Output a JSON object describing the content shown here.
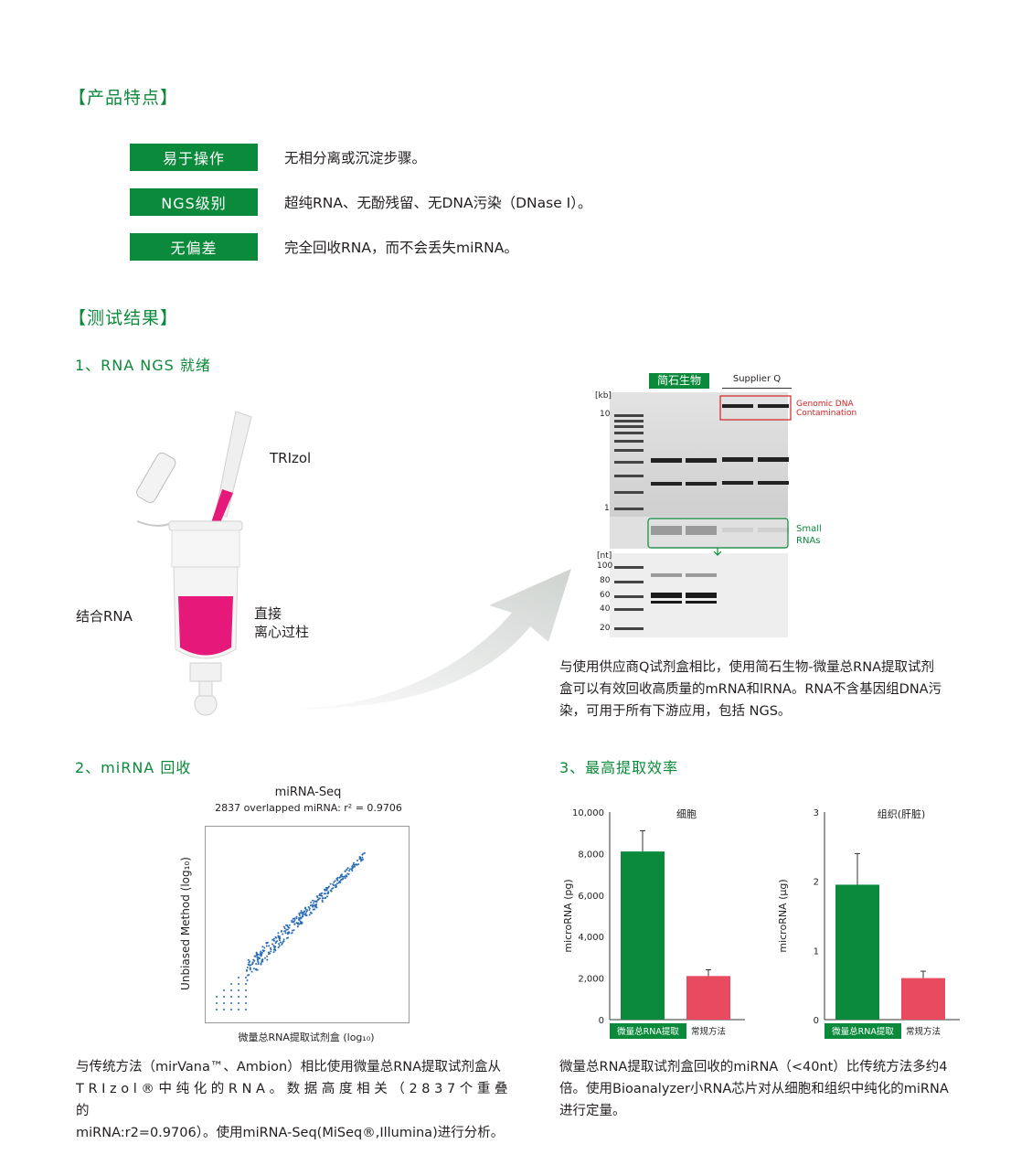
{
  "sections": {
    "features_title": "【产品特点】",
    "results_title": "【测试结果】"
  },
  "features": [
    {
      "tag": "易于操作",
      "text": "无相分离或沉淀步骤。"
    },
    {
      "tag": "NGS级别",
      "text": "超纯RNA、无酚残留、无DNA污染（DNase I）。"
    },
    {
      "tag": "无偏差",
      "text": "完全回收RNA，而不会丢失miRNA。"
    }
  ],
  "rna_ngs": {
    "title": "1、RNA NGS 就绪",
    "trizol": "TRIzol",
    "bind_rna": "结合RNA",
    "direct_1": "直接",
    "direct_2": "离心过柱",
    "gel": {
      "lane_group_1": "简石生物",
      "lane_group_2": "Supplier Q",
      "kb_unit": "[kb]",
      "kb_10": "10",
      "kb_1": "1",
      "genomic_1": "Genomic DNA",
      "genomic_2": "Contamination",
      "small_1": "Small",
      "small_2": "RNAs",
      "nt_unit": "[nt]",
      "nt_100": "100",
      "nt_80": "80",
      "nt_60": "60",
      "nt_40": "40",
      "nt_20": "20"
    },
    "caption": [
      "与使用供应商Q试剂盒相比，使用简石生物-微量总RNA提取试剂",
      "盒可以有效回收高质量的mRNA和lRNA。RNA不含基因组DNA污",
      "染，可用于所有下游应用，包括 NGS。"
    ]
  },
  "mirna": {
    "title": "2、miRNA 回收",
    "plot_title": "miRNA-Seq",
    "plot_subtitle": "2837 overlapped miRNA: r² = 0.9706",
    "ylabel": "Unbiased Method (log₁₀)",
    "xlabel": "微量总RNA提取试剂盒 (log₁₀)",
    "caption": [
      "与传统方法（mirVana™、Ambion）相比使用微量总RNA提取试剂盒从",
      "T R I z o l ® 中 纯 化 的 R N A 。 数 据 高 度 相 关 （ 2 8 3 7 个 重 叠 的",
      "miRNA:r2=0.9706）。使用miRNA-Seq(MiSeq®,Illumina)进行分析。"
    ]
  },
  "efficiency": {
    "title": "3、最高提取效率",
    "caption": [
      "微量总RNA提取试剂盒回收的miRNA（<40nt）比传统方法多约4",
      "倍。使用Bioanalyzer小RNA芯片对从细胞和组织中纯化的miRNA",
      "进行定量。"
    ]
  },
  "colors": {
    "green": "#0a8a3a",
    "red": "#e84a5f",
    "pink": "#e6197a",
    "scatter": "#2a6db5"
  },
  "chart_data": [
    {
      "type": "bar",
      "title": "细胞",
      "ylabel": "microRNA (pg)",
      "ylim": [
        0,
        10000
      ],
      "yticks": [
        "0",
        "2,000",
        "4,000",
        "6,000",
        "8,000",
        "10,000"
      ],
      "categories": [
        "微量总RNA提取",
        "常规方法"
      ],
      "values": [
        8100,
        2100
      ],
      "errors": [
        1000,
        300
      ],
      "grid": false
    },
    {
      "type": "bar",
      "title": "组织(肝脏)",
      "ylabel": "microRNA (μg)",
      "ylim": [
        0,
        3
      ],
      "yticks": [
        "0",
        "1",
        "2",
        "3"
      ],
      "categories": [
        "微量总RNA提取",
        "常规方法"
      ],
      "values": [
        1.95,
        0.6
      ],
      "errors": [
        0.45,
        0.1
      ],
      "grid": false
    },
    {
      "type": "scatter",
      "title": "miRNA-Seq",
      "subtitle": "2837 overlapped miRNA: r² = 0.9706",
      "xlabel": "微量总RNA提取试剂盒 (log₁₀)",
      "ylabel": "Unbiased Method (log₁₀)",
      "r_squared": 0.9706,
      "n": 2837
    }
  ]
}
